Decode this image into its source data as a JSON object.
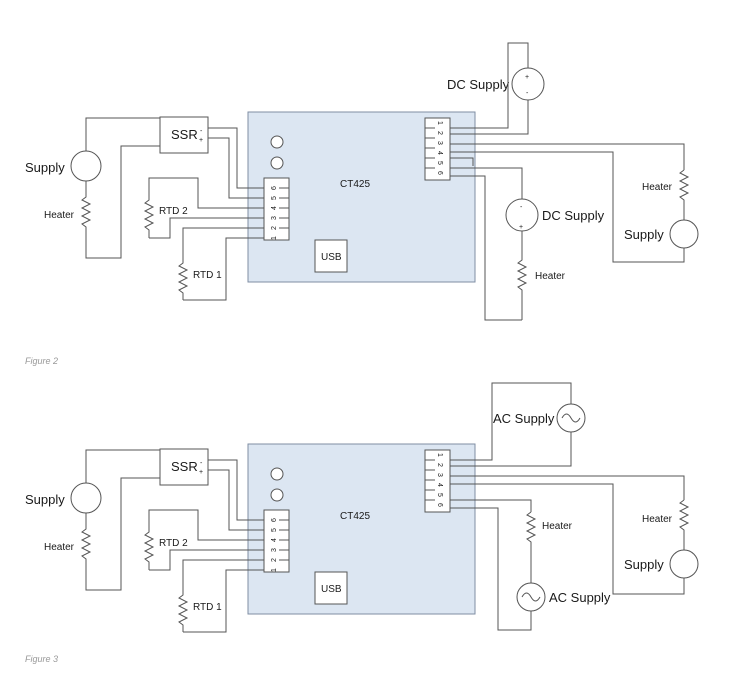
{
  "figures": [
    {
      "caption": "Figure 2",
      "controller": "CT425",
      "usb": "USB",
      "ssr": "SSR",
      "ssr_minus": "-",
      "ssr_plus": "+",
      "left_supply": "Supply",
      "left_heater": "Heater",
      "rtd2": "RTD 2",
      "rtd1": "RTD 1",
      "left_pins": [
        "6",
        "5",
        "4",
        "3",
        "2",
        "1"
      ],
      "right_pins": [
        "1",
        "2",
        "3",
        "4",
        "5",
        "6"
      ],
      "top_supply": "DC Supply",
      "top_plus": "+",
      "top_minus": "-",
      "mid_supply": "DC Supply",
      "mid_plus": "+",
      "mid_minus": "-",
      "mid_heater": "Heater",
      "right_heater": "Heater",
      "right_supply": "Supply"
    },
    {
      "caption": "Figure 3",
      "controller": "CT425",
      "usb": "USB",
      "ssr": "SSR",
      "ssr_minus": "-",
      "ssr_plus": "+",
      "left_supply": "Supply",
      "left_heater": "Heater",
      "rtd2": "RTD 2",
      "rtd1": "RTD 1",
      "left_pins": [
        "6",
        "5",
        "4",
        "3",
        "2",
        "1"
      ],
      "right_pins": [
        "1",
        "2",
        "3",
        "4",
        "5",
        "6"
      ],
      "top_supply": "AC Supply",
      "mid_supply": "AC Supply",
      "mid_heater": "Heater",
      "right_heater": "Heater",
      "right_supply": "Supply"
    }
  ],
  "colors": {
    "controller_fill": "#dce6f2",
    "wire": "#555555",
    "caption": "#999999"
  }
}
